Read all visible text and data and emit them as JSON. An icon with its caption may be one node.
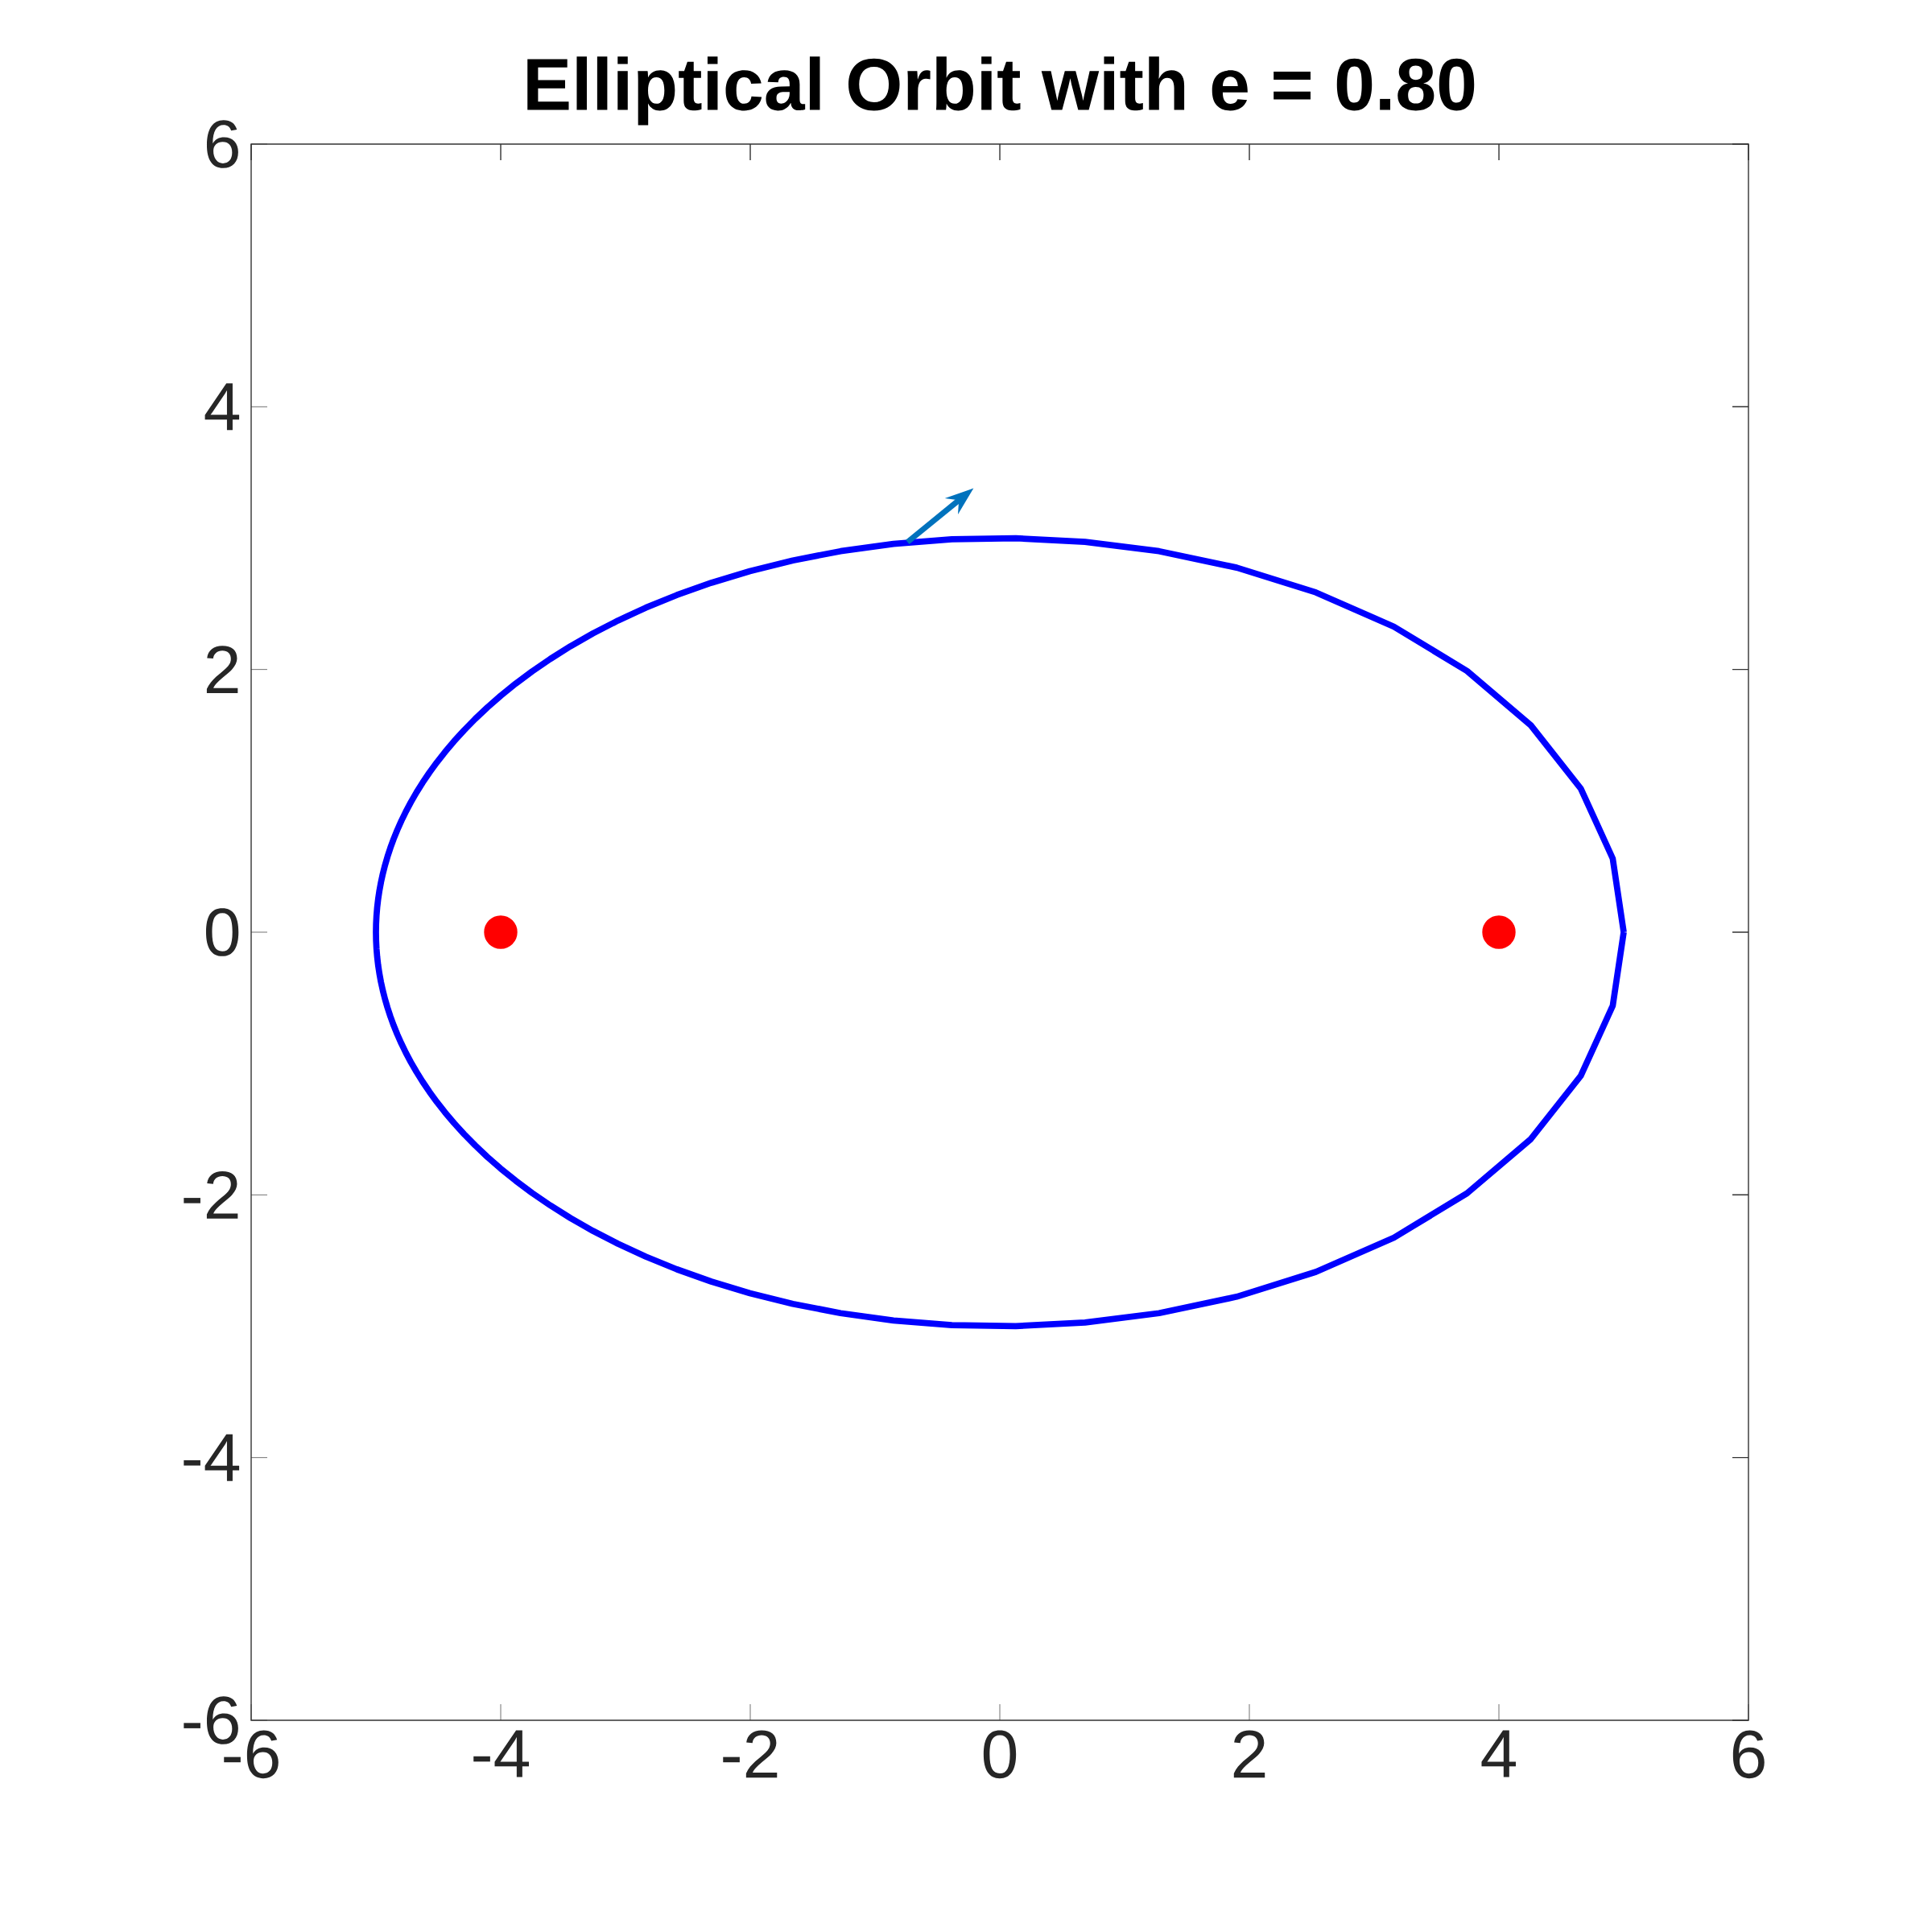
{
  "diagram": {
    "chart_data": {
      "type": "scatter",
      "title": "Elliptical Orbit with e = 0.80",
      "x": [
        -4,
        4
      ],
      "series": [
        {
          "color": "#ff0000",
          "values": [
            0,
            0
          ]
        }
      ],
      "xlim": [
        -6,
        6
      ],
      "ylim": [
        -6,
        6
      ],
      "xticks": [
        -6,
        -4,
        -2,
        0,
        2,
        4,
        6
      ],
      "yticks": [
        -6,
        -4,
        -2,
        0,
        2,
        4,
        6
      ]
    }
  }
}
